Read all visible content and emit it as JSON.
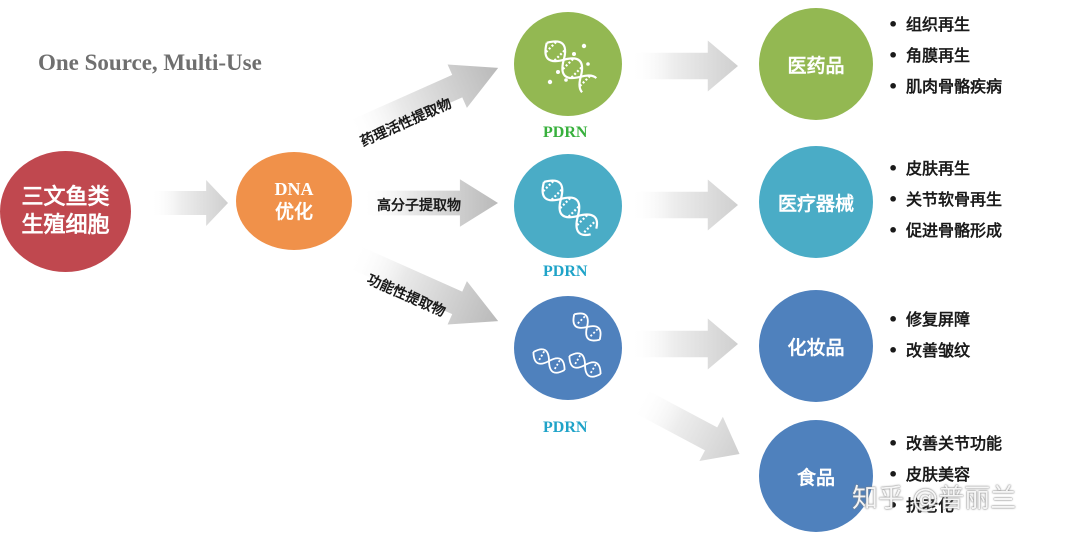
{
  "title": "One Source, Multi-Use",
  "source": {
    "line1": "三文鱼类",
    "line2": "生殖细胞"
  },
  "dna_step": {
    "line1": "DNA",
    "line2": "优化"
  },
  "extraction_labels": [
    "药理活性提取物",
    "高分子提取物",
    "功能性提取物"
  ],
  "pdrn_label": "PDRN",
  "applications": [
    {
      "name": "医药品",
      "color": "#93b852",
      "bullet_symbol": "•",
      "items": [
        "组织再生",
        "角膜再生",
        "肌肉骨骼疾病"
      ]
    },
    {
      "name": "医疗器械",
      "color": "#4aacc6",
      "bullet_symbol": "•",
      "items": [
        "皮肤再生",
        "关节软骨再生",
        "促进骨骼形成"
      ]
    },
    {
      "name": "化妆品",
      "color": "#4f81bd",
      "bullet_symbol": "•",
      "items": [
        "修复屏障",
        "改善皱纹"
      ]
    },
    {
      "name": "食品",
      "color": "#4f81bd",
      "bullet_symbol": "•",
      "items": [
        "改善关节功能",
        "皮肤美容",
        "抗老化"
      ]
    }
  ],
  "watermark": "知乎 @普丽兰",
  "colors": {
    "source": "#c0484f",
    "dna": "#f0914a",
    "green": "#93b852",
    "teal": "#4aacc6",
    "blue": "#4f81bd",
    "pdrn_green_text": "#38b03d",
    "pdrn_blue_text": "#1fa3c8"
  },
  "icons": {
    "dna": "dna-helix-icon",
    "arrow": "gradient-arrow-icon"
  }
}
